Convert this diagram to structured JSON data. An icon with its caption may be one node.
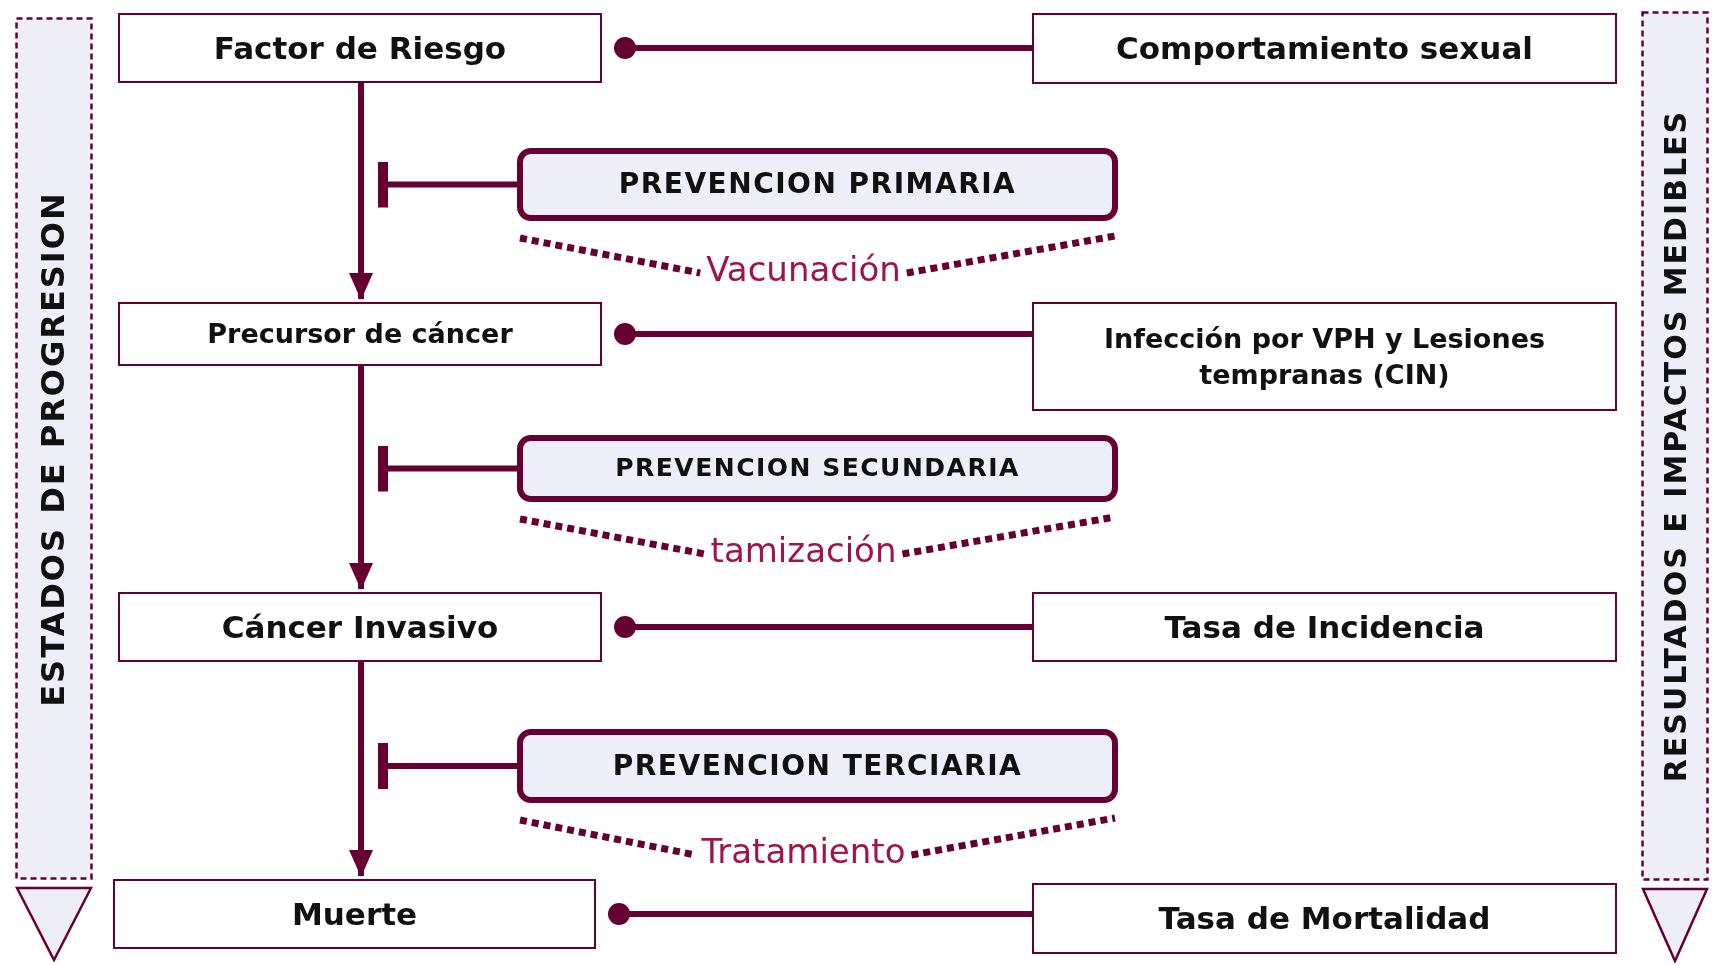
{
  "diagram": {
    "nodes": [
      {
        "text": [
          "ESTADOS DE PROGRESION"
        ]
      },
      {
        "text": [
          "Factor de Riesgo"
        ]
      },
      {
        "text": [
          "Comportamiento sexual"
        ]
      },
      {
        "text": [
          "PREVENCION PRIMARIA"
        ],
        "beside": [
          "Vacunación"
        ]
      },
      {
        "text": [
          "Precursor de cáncer"
        ]
      },
      {
        "text": [
          "Infección por VPH y Lesiones tempranas (CIN)"
        ]
      },
      {
        "text": [
          "PREVENCION SECUNDARIA"
        ],
        "beside": [
          "tamización"
        ]
      },
      {
        "text": [
          "Cáncer Invasivo"
        ]
      },
      {
        "text": [
          "Tasa de Incidencia"
        ]
      },
      {
        "text": [
          "PREVENCION TERCIARIA"
        ],
        "beside": [
          "Tratamiento"
        ]
      },
      {
        "text": [
          "Muerte"
        ]
      },
      {
        "text": [
          "Tasa de Mortalidad"
        ]
      },
      {
        "text": [
          "RESULTADOS E IMPACTOS MEDIBLES"
        ]
      }
    ],
    "edges": [
      {
        "from": 1,
        "to": 2,
        "arrow": "other"
      },
      {
        "from": 1,
        "to": 4,
        "arrow": "to"
      },
      {
        "from": 3,
        "to": null,
        "arrow": "other"
      },
      {
        "from": 4,
        "to": 5,
        "arrow": "other"
      },
      {
        "from": 4,
        "to": 7,
        "arrow": "to"
      },
      {
        "from": 6,
        "to": null,
        "arrow": "other"
      },
      {
        "from": 7,
        "to": 8,
        "arrow": "other"
      },
      {
        "from": 7,
        "to": 10,
        "arrow": "to"
      },
      {
        "from": 9,
        "to": null,
        "arrow": "other"
      },
      {
        "from": 10,
        "to": 11,
        "arrow": "other"
      }
    ]
  }
}
